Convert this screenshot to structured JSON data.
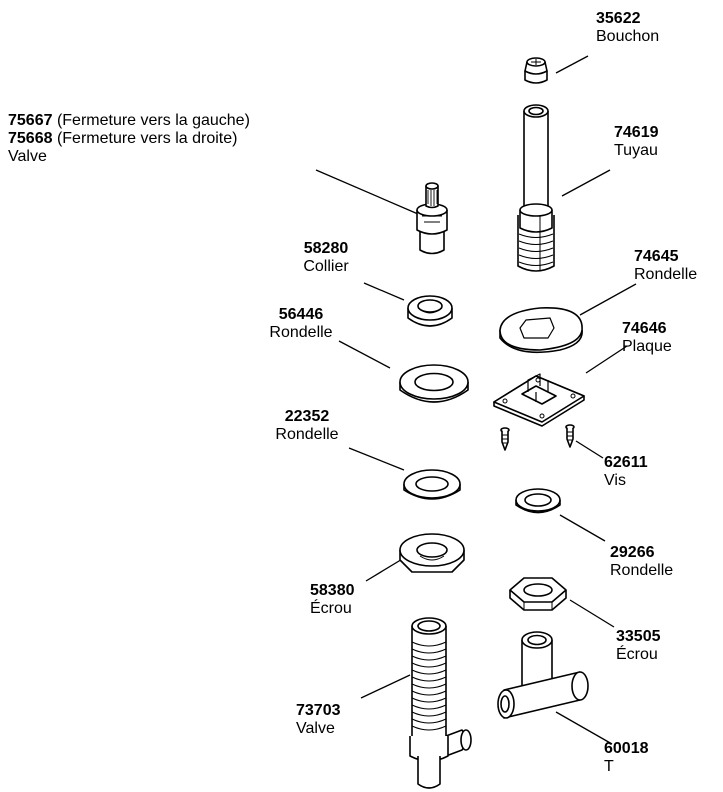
{
  "parts": {
    "bouchon": {
      "number": "35622",
      "name": "Bouchon"
    },
    "valve_top": {
      "number_left": "75667",
      "note_left": " (Fermeture vers la gauche)",
      "number_right": "75668",
      "note_right": " (Fermeture vers la droite)",
      "name": "Valve"
    },
    "tuyau": {
      "number": "74619",
      "name": "Tuyau"
    },
    "collier": {
      "number": "58280",
      "name": "Collier"
    },
    "rondelle_74645": {
      "number": "74645",
      "name": "Rondelle"
    },
    "rondelle_56446": {
      "number": "56446",
      "name": "Rondelle"
    },
    "plaque": {
      "number": "74646",
      "name": "Plaque"
    },
    "rondelle_22352": {
      "number": "22352",
      "name": "Rondelle"
    },
    "vis": {
      "number": "62611",
      "name": "Vis"
    },
    "rondelle_29266": {
      "number": "29266",
      "name": "Rondelle"
    },
    "ecrou_58380": {
      "number": "58380",
      "name": "Écrou"
    },
    "ecrou_33505": {
      "number": "33505",
      "name": "Écrou"
    },
    "valve_bottom": {
      "number": "73703",
      "name": "Valve"
    },
    "te": {
      "number": "60018",
      "name": "T"
    }
  }
}
